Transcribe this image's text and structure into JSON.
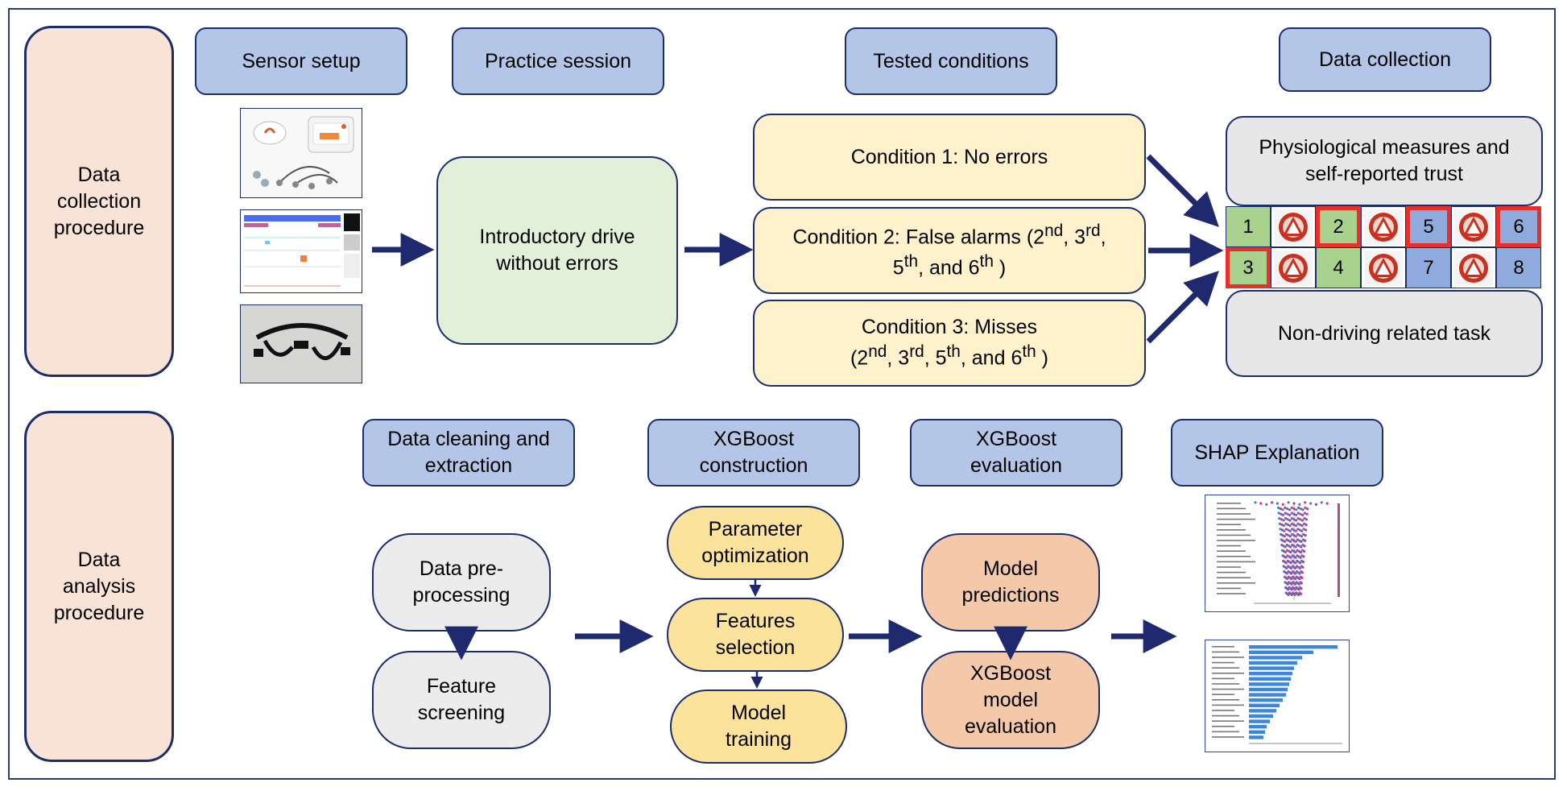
{
  "procedures": {
    "collection": "Data collection procedure",
    "analysis": "Data analysis procedure"
  },
  "collection": {
    "sensor_setup": "Sensor setup",
    "practice_session": "Practice session",
    "tested_conditions": "Tested conditions",
    "data_collection": "Data collection",
    "intro_drive": "Introductory drive without errors",
    "condition1": "Condition 1: No errors",
    "condition2": {
      "prefix": "Condition 2: False alarms (2",
      "sup1": "nd",
      "mid1": ", 3",
      "sup2": "rd",
      "mid2": ",",
      "line2a": "5",
      "sup3": "th",
      "line2b": ", and 6",
      "sup4": "th",
      "line2c": " )"
    },
    "condition3": {
      "line1": "Condition 3: Misses",
      "a": "(2",
      "sup1": "nd",
      "b": ", 3",
      "sup2": "rd",
      "c": ", 5",
      "sup3": "th",
      "d": ", and 6",
      "sup4": "th",
      "e": " )"
    },
    "physio": "Physiological measures and self-reported trust",
    "ndrt": "Non-driving related task",
    "grid": {
      "row1": [
        "1",
        "2",
        "5",
        "6"
      ],
      "row2": [
        "3",
        "4",
        "7",
        "8"
      ]
    }
  },
  "analysis": {
    "data_cleaning": "Data cleaning and extraction",
    "xgb_construction": "XGBoost construction",
    "xgb_evaluation": "XGBoost evaluation",
    "shap": "SHAP Explanation",
    "preprocessing": "Data pre-processing",
    "feature_screening": "Feature screening",
    "param_opt": "Parameter optimization",
    "features_selection": "Features selection",
    "model_training": "Model training",
    "model_predictions": "Model predictions",
    "model_evaluation": "XGBoost model evaluation"
  },
  "colors": {
    "border": "#1c2d6b",
    "arrow": "#1f2a6e",
    "header_fill": "#b4c6e7",
    "side_fill": "#f9e3d6",
    "condition_fill": "#fdf2cc",
    "intro_fill": "#e2efd9",
    "green_cell": "#a9d18e",
    "blue_cell": "#8faadc",
    "highlight": "#e8302a"
  }
}
